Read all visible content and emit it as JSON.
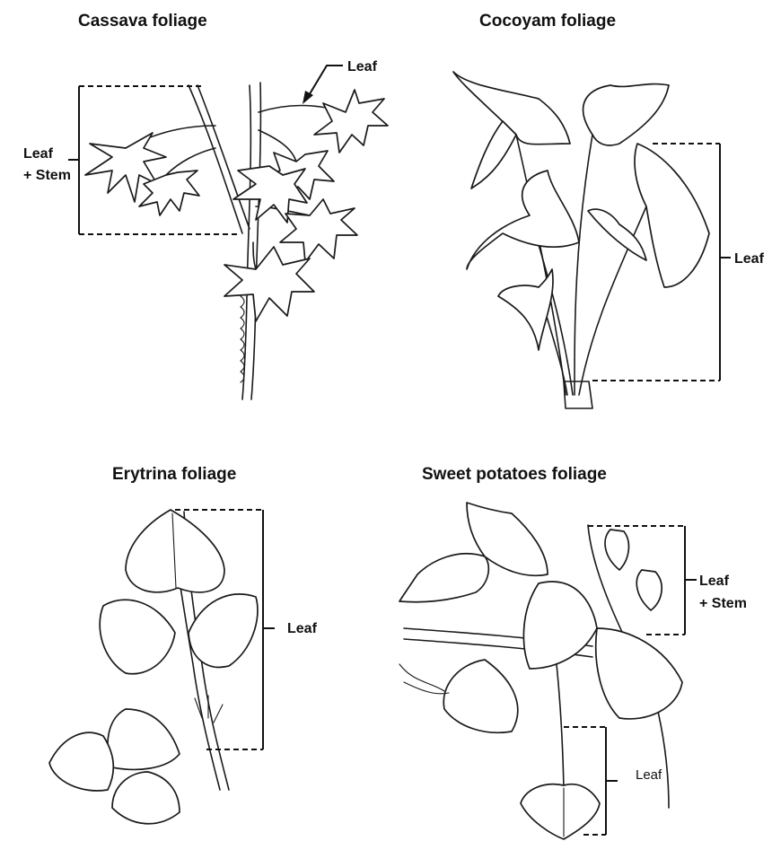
{
  "panels": {
    "cassava": {
      "title": "Cassava foliage",
      "label_leaf": "Leaf",
      "label_leaf_stem_1": "Leaf",
      "label_leaf_stem_2": "+ Stem"
    },
    "cocoyam": {
      "title": "Cocoyam foliage",
      "label_leaf": "Leaf"
    },
    "erytrina": {
      "title": "Erytrina foliage",
      "label_leaf": "Leaf"
    },
    "sweet_potatoes": {
      "title": "Sweet potatoes foliage",
      "label_leaf_stem_1": "Leaf",
      "label_leaf_stem_2": "+ Stem",
      "label_leaf": "Leaf"
    }
  }
}
